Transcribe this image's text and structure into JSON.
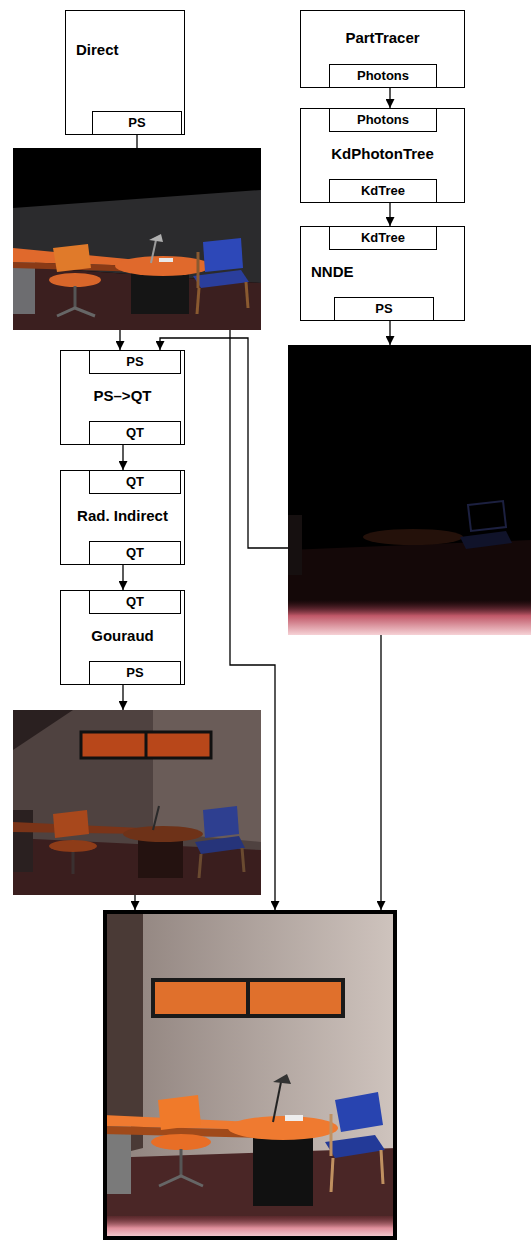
{
  "diagram": {
    "nodes": [
      {
        "text": [
          "Direct"
        ]
      },
      {
        "text": [
          "PS"
        ],
        "in": 0
      },
      {
        "text": [
          "PartTracer"
        ]
      },
      {
        "text": [
          "Photons"
        ],
        "in": 2
      },
      {
        "text": [
          "KdPhotonTree"
        ]
      },
      {
        "text": [
          "Photons"
        ],
        "in": 4
      },
      {
        "text": [
          "KdTree"
        ],
        "in": 4
      },
      {
        "text": []
      },
      {
        "text": [
          "NNDE"
        ]
      },
      {
        "text": [
          "KdTree"
        ],
        "in": 8
      },
      {
        "text": [
          "PS"
        ],
        "in": 8
      },
      {
        "text": [
          "PS–>QT"
        ]
      },
      {
        "text": [
          "PS"
        ],
        "in": 11
      },
      {
        "text": [
          "QT"
        ],
        "in": 11
      },
      {
        "text": []
      },
      {
        "text": [
          "Rad. Indirect"
        ]
      },
      {
        "text": [
          "QT"
        ],
        "in": 15
      },
      {
        "text": [
          "QT"
        ],
        "in": 15
      },
      {
        "text": [
          "Gouraud"
        ]
      },
      {
        "text": [
          "QT"
        ],
        "in": 18
      },
      {
        "text": [
          "PS"
        ],
        "in": 18
      },
      {
        "text": []
      },
      {
        "text": []
      }
    ],
    "edges": [
      {
        "from": 1,
        "to": 7,
        "arrow": "none"
      },
      {
        "from": 7,
        "to": 12,
        "arrow": "to"
      },
      {
        "from": 7,
        "to": 22,
        "arrow": "to"
      },
      {
        "from": 3,
        "to": 5,
        "arrow": "to"
      },
      {
        "from": 6,
        "to": 9,
        "arrow": "to"
      },
      {
        "from": 10,
        "to": 14,
        "arrow": "to"
      },
      {
        "from": 14,
        "to": 12,
        "arrow": "to"
      },
      {
        "from": 13,
        "to": 16,
        "arrow": "to"
      },
      {
        "from": 17,
        "to": 19,
        "arrow": "to"
      },
      {
        "from": 20,
        "to": 21,
        "arrow": "to"
      },
      {
        "from": 21,
        "to": 22,
        "arrow": "to"
      },
      {
        "from": 14,
        "to": 22,
        "arrow": "to"
      }
    ]
  }
}
